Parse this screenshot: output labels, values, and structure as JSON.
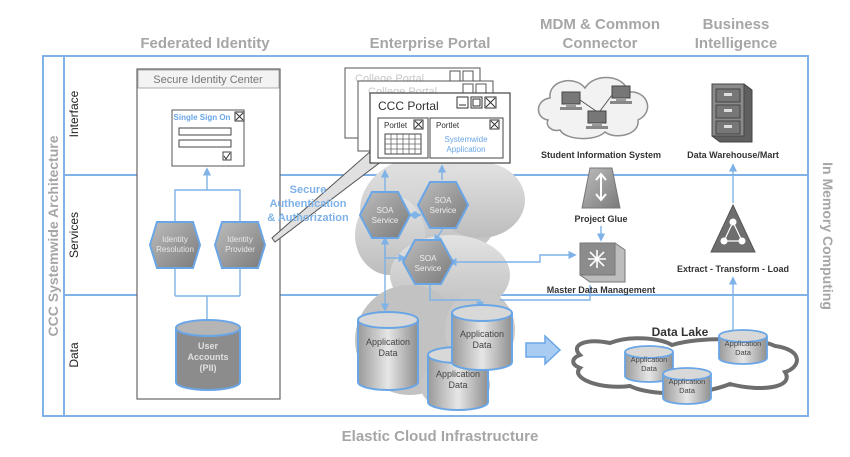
{
  "headers": {
    "federated_identity": "Federated Identity",
    "enterprise_portal": "Enterprise Portal",
    "mdm_line1": "MDM & Common",
    "mdm_line2": "Connector",
    "bi_line1": "Business",
    "bi_line2": "Intelligence"
  },
  "left_title": "CCC Systemwide Architecture",
  "right_title": "In Memory Computing",
  "bottom_title": "Elastic Cloud Infrastructure",
  "lanes": {
    "interface": "Interface",
    "services": "Services",
    "data": "Data"
  },
  "identity": {
    "panel_title": "Secure Identity Center",
    "sso_title": "Single Sign On",
    "identity_resolution": [
      "Identity",
      "Resolution"
    ],
    "identity_provider": [
      "Identity",
      "Provider"
    ],
    "user_accounts": [
      "User",
      "Accounts",
      "(PII)"
    ]
  },
  "portal": {
    "back_window_1": "College Portal",
    "back_window_2": "College Portal",
    "front_window": "CCC Portal",
    "portlet1": "Portlet",
    "portlet2": "Portlet",
    "systemwide_app": [
      "Systemwide",
      "Application"
    ],
    "secure_auth": [
      "Secure",
      "Authentication",
      "& Authorization"
    ],
    "soa_service": [
      "SOA",
      "Service"
    ],
    "application_data": [
      "Application",
      "Data"
    ]
  },
  "mdm": {
    "student_info": "Student Information System",
    "project_glue": "Project Glue",
    "master_data": "Master Data Management"
  },
  "bi": {
    "data_warehouse": "Data Warehouse/Mart",
    "etl": "Extract - Transform - Load"
  },
  "data_lake": {
    "title": "Data Lake",
    "application_data": [
      "Application",
      "Data"
    ]
  },
  "colors": {
    "lane_border": "#7fb2e6",
    "accent_blue": "#6aa6e6",
    "header_gray": "#a6a6a6",
    "cyl_border": "#6aa6e6",
    "cyl_fill": "#8c8c8c"
  }
}
